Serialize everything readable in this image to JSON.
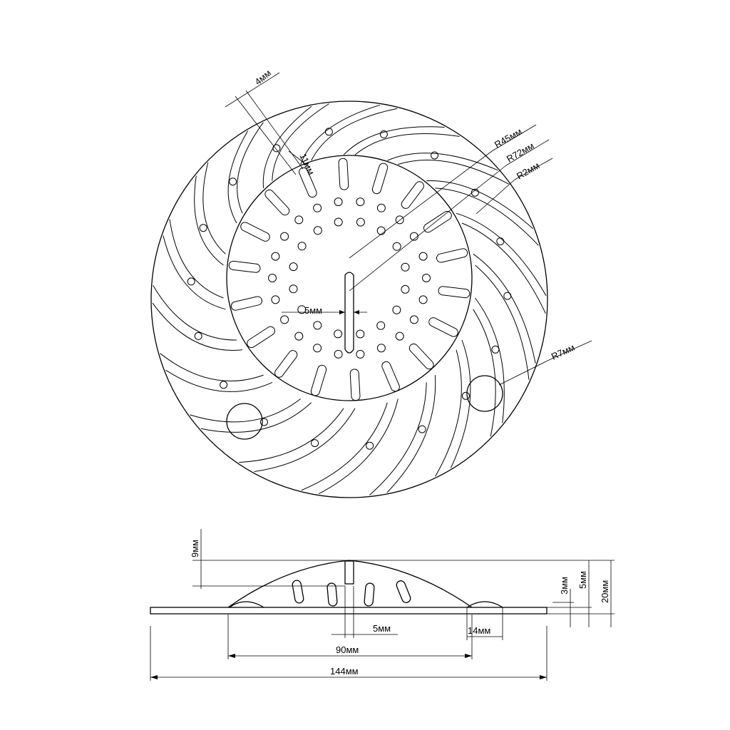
{
  "labels": {
    "slot_gap_4": "4мм",
    "slot_width_11": "11мм",
    "radius_45": "R45мм",
    "radius_72": "R72мм",
    "radius_2": "R2мм",
    "radius_7": "R7мм",
    "center_gap_top": "5мм",
    "height_9": "9мм",
    "height_3": "3мм",
    "height_5": "5мм",
    "height_20": "20мм",
    "center_gap_side": "5мм",
    "foot_14": "14мм",
    "dome_90": "90мм",
    "overall_144": "144мм"
  }
}
